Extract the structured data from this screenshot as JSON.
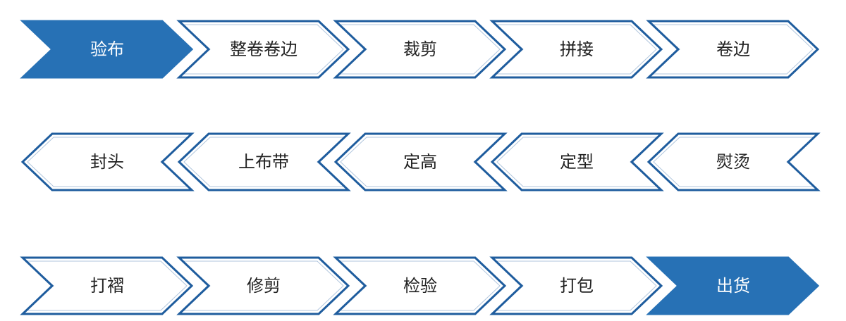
{
  "colors": {
    "stroke": "#1f5d9e",
    "fill_highlight": "#2771b5",
    "fill_normal": "#ffffff",
    "text_normal": "#222222",
    "text_highlight": "#ffffff"
  },
  "process": {
    "rows": [
      {
        "direction": "right",
        "steps": [
          {
            "label": "验布",
            "highlight": true
          },
          {
            "label": "整卷卷边",
            "highlight": false
          },
          {
            "label": "裁剪",
            "highlight": false
          },
          {
            "label": "拼接",
            "highlight": false
          },
          {
            "label": "卷边",
            "highlight": false
          }
        ]
      },
      {
        "direction": "left",
        "steps": [
          {
            "label": "封头",
            "highlight": false
          },
          {
            "label": "上布带",
            "highlight": false
          },
          {
            "label": "定高",
            "highlight": false
          },
          {
            "label": "定型",
            "highlight": false
          },
          {
            "label": "熨烫",
            "highlight": false
          }
        ]
      },
      {
        "direction": "right",
        "steps": [
          {
            "label": "打褶",
            "highlight": false
          },
          {
            "label": "修剪",
            "highlight": false
          },
          {
            "label": "检验",
            "highlight": false
          },
          {
            "label": "打包",
            "highlight": false
          },
          {
            "label": "出货",
            "highlight": true
          }
        ]
      }
    ]
  }
}
